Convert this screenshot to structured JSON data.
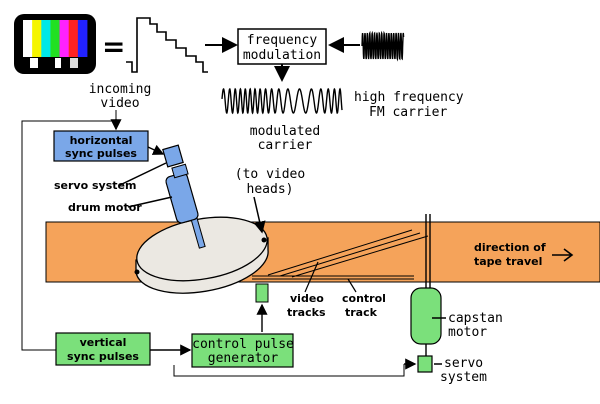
{
  "colors": {
    "tape": "#f5a35a",
    "blue_component": "#7aa7e8",
    "green_component": "#7be07b",
    "drum": "#ebe8e2",
    "line": "#000000"
  },
  "color_bars": [
    "#ffffff",
    "#f5f500",
    "#00e8e8",
    "#22e022",
    "#ff22ff",
    "#ff2222",
    "#2222ff"
  ],
  "signal": {
    "equals": "="
  },
  "labels": {
    "frequency_modulation": [
      "frequency",
      "modulation"
    ],
    "high_frequency_carrier": [
      "high frequency",
      "FM carrier"
    ],
    "modulated_carrier": [
      "modulated",
      "carrier"
    ],
    "to_video_heads": [
      "(to video",
      "heads)"
    ],
    "incoming_video": [
      "incoming",
      "video"
    ],
    "horizontal_sync": [
      "horizontal",
      "sync pulses"
    ],
    "servo_system_top": "servo system",
    "drum_motor": "drum motor",
    "direction_of_tape_travel": [
      "direction of",
      "tape travel"
    ],
    "video_tracks": [
      "video",
      "tracks"
    ],
    "control_track": [
      "control",
      "track"
    ],
    "capstan_motor": [
      "capstan",
      "motor"
    ],
    "vertical_sync": [
      "vertical",
      "sync pulses"
    ],
    "control_pulse_generator": [
      "control pulse",
      "generator"
    ],
    "servo_system_bottom": [
      "servo",
      "system"
    ]
  }
}
